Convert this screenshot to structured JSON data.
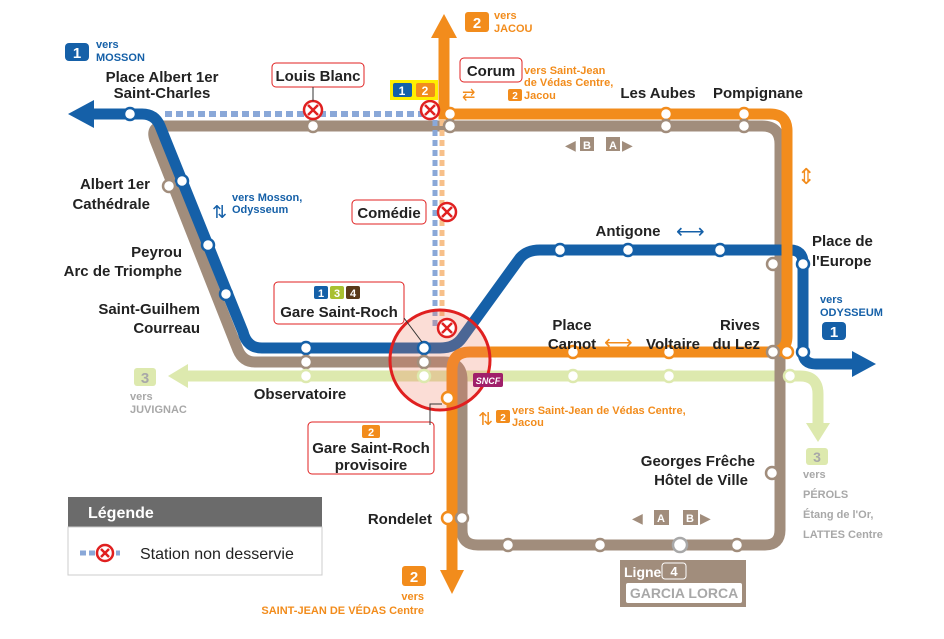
{
  "colors": {
    "line1": "#1560a8",
    "line2": "#f28c1c",
    "line3": "#dde9ae",
    "line4": "#a18d7c",
    "closed": "#e02020"
  },
  "terminals": {
    "l1_west": {
      "num": "1",
      "vers": "vers",
      "dest": "MOSSON"
    },
    "l2_north": {
      "num": "2",
      "vers": "vers",
      "dest": "JACOU"
    },
    "l1_east": {
      "num": "1",
      "vers": "vers",
      "dest": "ODYSSEUM"
    },
    "l3_west": {
      "num": "3",
      "vers": "vers",
      "dest": "JUVIGNAC"
    },
    "l3_east": {
      "num": "3",
      "vers": "vers",
      "dest1": "PÉROLS",
      "dest2": "Étang de l'Or,",
      "dest3": "LATTES Centre"
    },
    "l2_south": {
      "num": "2",
      "vers": "vers",
      "dest": "SAINT-JEAN DE VÉDAS Centre"
    }
  },
  "stations": {
    "place_albert": [
      "Place Albert 1er",
      "Saint-Charles"
    ],
    "louis_blanc": "Louis Blanc",
    "corum": "Corum",
    "les_aubes": "Les Aubes",
    "pompignane": "Pompignane",
    "albert_cathedrale": [
      "Albert 1er",
      "Cathédrale"
    ],
    "comedie": "Comédie",
    "antigone": "Antigone",
    "place_europe": [
      "Place de",
      "l'Europe"
    ],
    "peyrou": [
      "Peyrou",
      "Arc de Triomphe"
    ],
    "saint_guilhem": [
      "Saint-Guilhem",
      "Courreau"
    ],
    "gare_saint_roch": "Gare Saint-Roch",
    "place_carnot": [
      "Place",
      "Carnot"
    ],
    "voltaire": "Voltaire",
    "rives_du_lez": [
      "Rives",
      "du Lez"
    ],
    "observatoire": "Observatoire",
    "gare_provisoire": [
      "Gare Saint-Roch",
      "provisoire"
    ],
    "georges_freche": [
      "Georges Frêche",
      "Hôtel de Ville"
    ],
    "rondelet": "Rondelet",
    "garcia_lorca": "GARCIA LORCA"
  },
  "notes": {
    "mosson_odysseum": [
      "vers Mosson,",
      "Odysseum"
    ],
    "corum_sjv": [
      "vers Saint-Jean",
      "de Védas Centre,",
      "Jacou"
    ],
    "corum_num": "2",
    "gare_sjv": [
      "vers Saint-Jean de Védas Centre,",
      "Jacou"
    ],
    "gare_num": "2",
    "badge_12": [
      "1",
      "2"
    ],
    "badge_134": [
      "1",
      "3",
      "4"
    ],
    "badge_2": "2",
    "dir_a": "A",
    "dir_b": "B",
    "ligne": "Ligne",
    "ligne_num": "4",
    "sncf": "SNCF"
  },
  "legend": {
    "title": "Légende",
    "item": "Station non desservie"
  }
}
